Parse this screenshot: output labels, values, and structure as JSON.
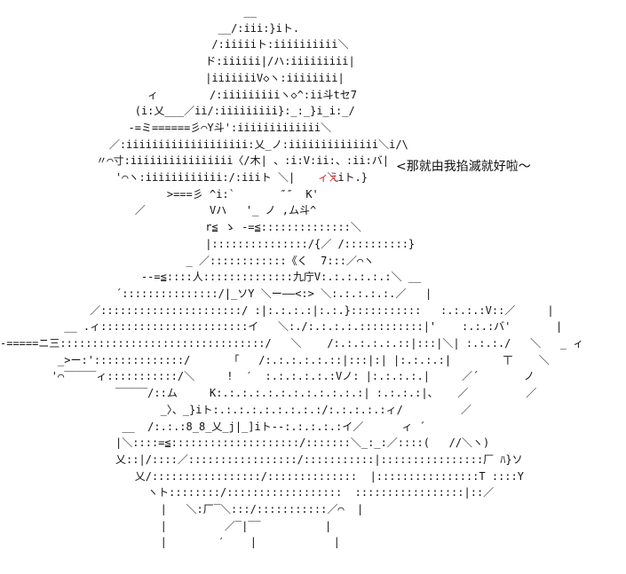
{
  "colors": {
    "text": "#111111",
    "accent_red": "#d62020",
    "background": "#ffffff"
  },
  "speech": "<那就由我掐滅就好啦～",
  "accent_text": "ィえ",
  "art_lines": [
    "                                      __",
    "                                  __/:iii:}iト.",
    "                                 /:iiiiiト:iiiiiiiiii＼",
    "                                ド:iiiiii|/ハ:iiiiiiiii|",
    "                                |iiiiiiiV◇ヽ:iiiiiiii|",
    "                       ィ        /:iiiiiiiiiヽ◇^:ii斗tセ7",
    "                     (i:乂___／ii/:iiiiiiiii}:_:_}i_i:_/",
    "                    -=ミ======彡⌒Y斗':iiiiiiiiiiiii＼",
    "                 ／:iiiiiiiiiiiiiiiiiii:乂_ノ:iiiiiiiiiiiiii＼i/\\",
    "               〃⌒寸:iiiiiiiiiiiiiiii〈/木| 、:i:V:ii:、:ii:バ|",
    "                  '⌒ヽ:iiiiiiiiiiii:/:iiiト ＼|     ＼iト.}",
    "                          >===彡 ^i:`       ″″  K'",
    "                     ／          Vハ   '_ ノ ,ム斗^",
    "                                r≦ ゝ -=≦::::::::::::::＼",
    "                                |:::::::::::::::/{／ /::::::::::}",
    "                             _ ／::::::::::::《く  7:::／⌒ヽ",
    "                      --=≦::::人::::::::::::::九庁V:.:.:.:.:.:＼ __",
    "                  ´:::::::::::::::/|_ソY ＼ー――<:> ＼:.:.:.:.:.／   |",
    "              ／::::::::::::::::::::::/ :|:.:.:.:|:.:.}:::::::::::   :.:.:.:V::／     |",
    "          __ .ィ:::::::::::::::::::::::イ   ＼:./:.:.:.:.::::::::::|'    :.:.:バ'       |",
    "-=====ニ三::::::::::::::::::::::::::::::::/   ＼    /:.:.:.:.:.::|:::|＼| :.:.:./   ＼   _ ィ",
    "         _>ー:'::::::::::::::/      「   /:.:.:.:.:.::|:::|:| |:.:.:.:|        ㄒ    ＼",
    "        '⌒‾‾‾‾‾ィ:::::::::::/＼     !  ′  :.:.:.:.:.:Vノ: |:.:.:.:.|     ／´       ノ",
    "                  ‾‾‾‾‾/::ム     K:.:.:.:.:.:.:.:.:.:.:.:| :.:.:.:|、   ／         ／",
    "                         _〉、_}iト:.:.:.:.:.:.:.:.:/:.:.:.:.:ィ/         ／",
    "                   __  /:.:.:8_8_乂_j|_]iト--:.:.:.:.:イ／      ィ ´",
    "                  |＼::::=≦::::::::::::::::::::/:::::::＼_:_:／::::(   //＼ヽ)",
    "                  乂::|/::::／:::::::::::::::::/:::::::::::|::::::::::::::::厂 ﾊ}ソ",
    "                     乂/:::::::::::::::::/::::::::::::::  |::::::::::::::::T ::::Y",
    "                       ヽト::::::::/::::::::::::::::::  :::::::::::::::::|::／",
    "                         |   ＼:厂‾＼:::/:::::::::::／⌒  |",
    "                         |         ／‾|‾‾          |",
    "                         |        ′    |            |"
  ]
}
